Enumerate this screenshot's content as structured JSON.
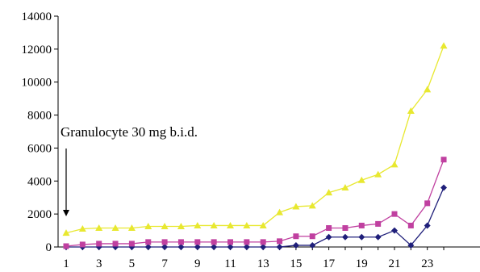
{
  "chart_data": {
    "type": "line",
    "x": [
      1,
      2,
      3,
      4,
      5,
      6,
      7,
      8,
      9,
      10,
      11,
      12,
      13,
      14,
      15,
      16,
      17,
      18,
      19,
      20,
      21,
      22,
      23,
      24
    ],
    "x_tick_labels": [
      "1",
      "3",
      "5",
      "7",
      "9",
      "11",
      "13",
      "15",
      "17",
      "19",
      "21",
      "23"
    ],
    "y_tick_labels": [
      "0",
      "2000",
      "4000",
      "6000",
      "8000",
      "10000",
      "12000",
      "14000"
    ],
    "ylim": [
      0,
      14000
    ],
    "grid": false,
    "legend": "none",
    "series": [
      {
        "color": "#1f1f7a",
        "marker": "diamond",
        "values": [
          0,
          0,
          0,
          0,
          0,
          0,
          0,
          0,
          0,
          0,
          0,
          0,
          0,
          0,
          100,
          100,
          600,
          600,
          600,
          600,
          1000,
          100,
          1300,
          3600
        ]
      },
      {
        "color": "#c040a0",
        "marker": "square",
        "values": [
          50,
          150,
          200,
          200,
          200,
          300,
          300,
          300,
          300,
          300,
          300,
          300,
          300,
          350,
          650,
          650,
          1150,
          1150,
          1300,
          1400,
          2000,
          1300,
          2650,
          5300
        ]
      },
      {
        "color": "#e8e830",
        "marker": "triangle",
        "values": [
          850,
          1100,
          1150,
          1150,
          1150,
          1250,
          1250,
          1250,
          1300,
          1300,
          1300,
          1300,
          1300,
          2100,
          2450,
          2500,
          3300,
          3600,
          4050,
          4400,
          5000,
          8250,
          9550,
          12200
        ]
      }
    ],
    "annotation": {
      "text": "Granulocyte 30 mg b.i.d.",
      "at_x": 1,
      "arrow_from_y": 6000,
      "arrow_to_y": 1000
    }
  }
}
